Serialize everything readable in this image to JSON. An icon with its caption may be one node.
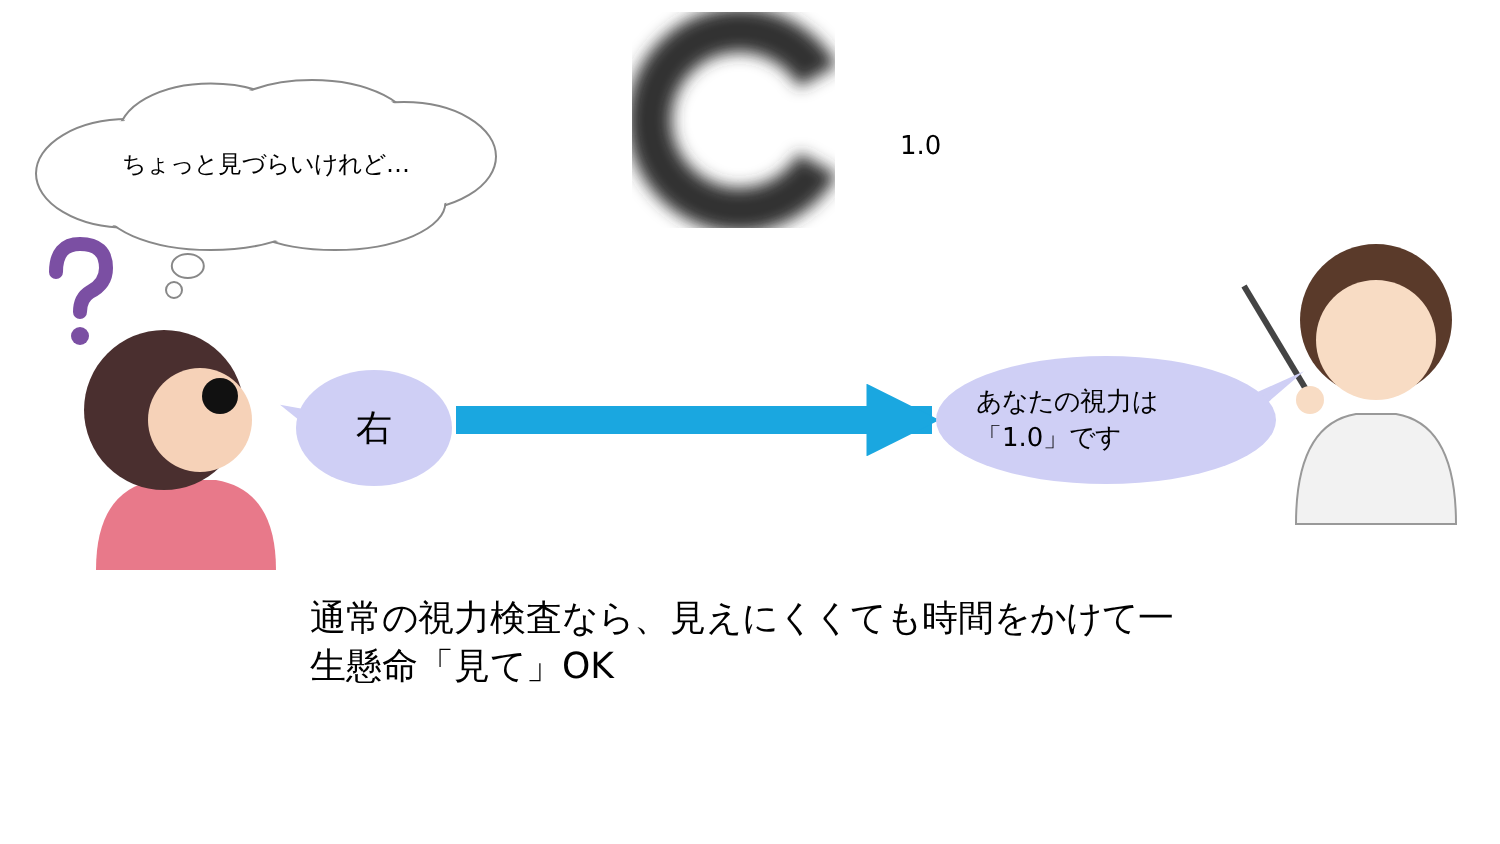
{
  "diagram": {
    "nodes": [
      {
        "text": [
          "ちょっと見づらいけれど…"
        ]
      },
      {
        "text": [
          "右"
        ]
      },
      {
        "text": [
          "あなたの視力は「1.0」です"
        ]
      }
    ],
    "edges": [
      {
        "from": 1,
        "to": 2,
        "arrow": "to"
      }
    ],
    "labels": [
      "1.0",
      "通常の視力検査なら、見えにくくても時間をかけて一生懸命「見て」OK"
    ]
  }
}
